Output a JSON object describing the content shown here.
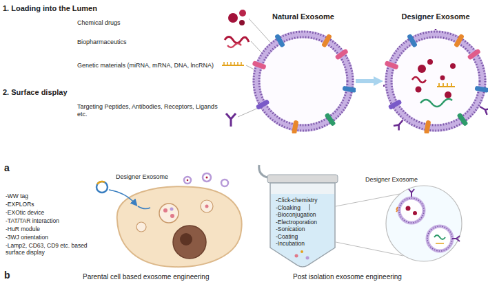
{
  "diagram": {
    "nodes": [
      {
        "text": [
          "Natural Exosome"
        ]
      },
      {
        "text": [
          "Designer Exosome"
        ]
      }
    ],
    "edges": [
      {
        "from": 0,
        "to": 1,
        "arrow": "to"
      }
    ],
    "labels": [
      "1. Loading into the Lumen",
      "Chemical drugs",
      "Biopharmaceutics",
      "Genetic materials (miRNA, mRNA, DNA, lncRNA)",
      "2. Surface display",
      "Targeting Peptides, Antibodies, Receptors, Ligands etc.",
      "a",
      "Designer Exosome",
      "-WW tag",
      "-EXPLORs",
      "-EXOtic device",
      "-TAT/TAR interaction",
      "-HuR module",
      "-3WJ orientation",
      "-Lamp2, CD63, CD9 etc. based surface display",
      "Designer Exosome",
      "-Click-chemistry",
      "-Cloaking",
      "-Bioconjugation",
      "-Electroporation",
      "-Sonication",
      "-Coating",
      "-Incubation",
      "b",
      "Parental cell based exosome engineering",
      "Post isolation exosome engineering"
    ]
  }
}
